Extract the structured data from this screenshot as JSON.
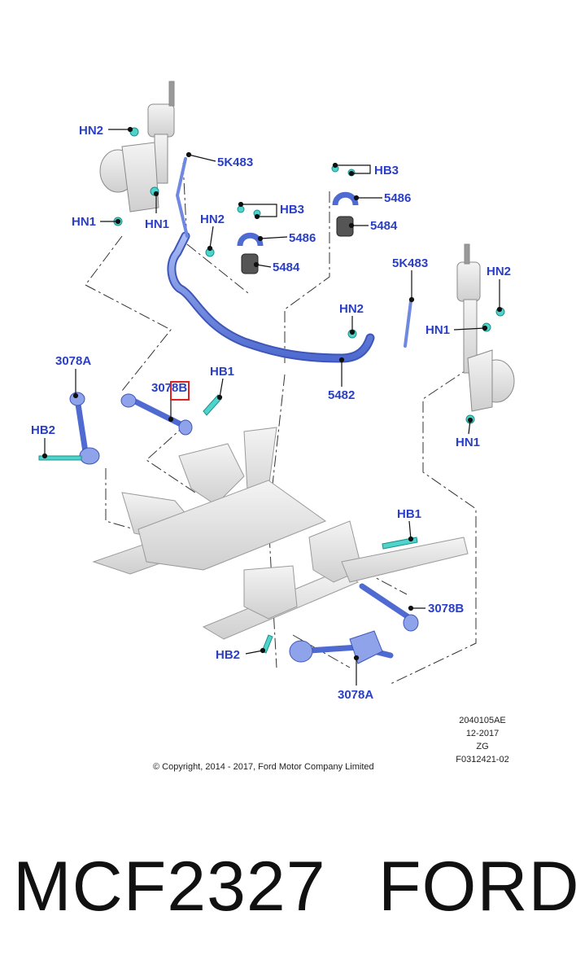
{
  "callouts": {
    "hn2_top_left": "HN2",
    "k483_left": "5K483",
    "hb3_left": "HB3",
    "p5486_left": "5486",
    "p5484_left": "5484",
    "hn1_left_a": "HN1",
    "hn1_left_b": "HN1",
    "hn2_mid": "HN2",
    "hb3_right": "HB3",
    "p5486_right": "5486",
    "p5484_right": "5484",
    "k483_right": "5K483",
    "hn2_right": "HN2",
    "hn2_center": "HN2",
    "hn1_right_a": "HN1",
    "hn1_right_b": "HN1",
    "p5482": "5482",
    "a3078_left": "3078A",
    "b3078_left": "3078B",
    "hb1_left": "HB1",
    "hb2_left": "HB2",
    "hb1_right": "HB1",
    "b3078_right": "3078B",
    "hb2_bottom": "HB2",
    "a3078_bottom": "3078A"
  },
  "meta": {
    "code": "2040105AE",
    "date": "12-2017",
    "zg": "ZG",
    "ref": "F0312421-02",
    "copyright": "© Copyright, 2014 - 2017, Ford Motor Company Limited"
  },
  "footer": {
    "part_number": "MCF2327",
    "brand": "FORD"
  },
  "colors": {
    "callout_text": "#2a3fc4",
    "highlight_box": "#e02020",
    "stabilizer_bar": "#6f88e0",
    "fastener": "#4fd4cc",
    "subframe": "#e8e8e8"
  }
}
